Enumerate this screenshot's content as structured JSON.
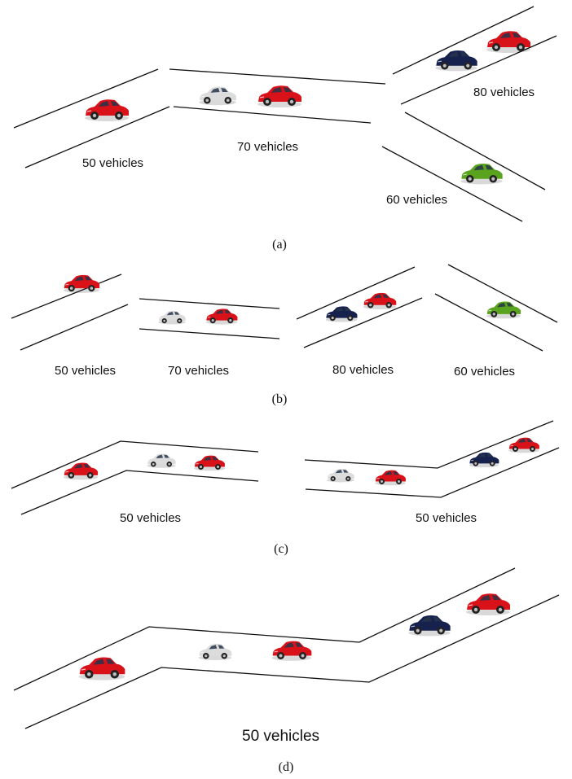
{
  "colors": {
    "red": "#d9121a",
    "white": "#dcdcdc",
    "navy": "#16214e",
    "green": "#5aa31e"
  },
  "panels": {
    "a": {
      "caption": "(a)",
      "roads": [
        {
          "label": "50 vehicles",
          "cars": [
            "red"
          ]
        },
        {
          "label": "70 vehicles",
          "cars": [
            "white",
            "red"
          ]
        },
        {
          "label": "80 vehicles",
          "cars": [
            "navy",
            "red"
          ]
        },
        {
          "label": "60 vehicles",
          "cars": [
            "green"
          ]
        }
      ]
    },
    "b": {
      "caption": "(b)",
      "roads": [
        {
          "label": "50 vehicles",
          "cars": [
            "red"
          ]
        },
        {
          "label": "70 vehicles",
          "cars": [
            "white",
            "red"
          ]
        },
        {
          "label": "80  vehicles",
          "cars": [
            "navy",
            "red"
          ]
        },
        {
          "label": "60  vehicles",
          "cars": [
            "green"
          ]
        }
      ]
    },
    "c": {
      "caption": "(c)",
      "roads": [
        {
          "label": "50 vehicles",
          "cars": [
            "red",
            "white",
            "red"
          ]
        },
        {
          "label": "50 vehicles",
          "cars": [
            "white",
            "red",
            "navy",
            "red"
          ]
        }
      ]
    },
    "d": {
      "caption": "(d)",
      "roads": [
        {
          "label": "50 vehicles",
          "cars": [
            "red",
            "white",
            "red",
            "navy",
            "red"
          ]
        }
      ]
    }
  }
}
